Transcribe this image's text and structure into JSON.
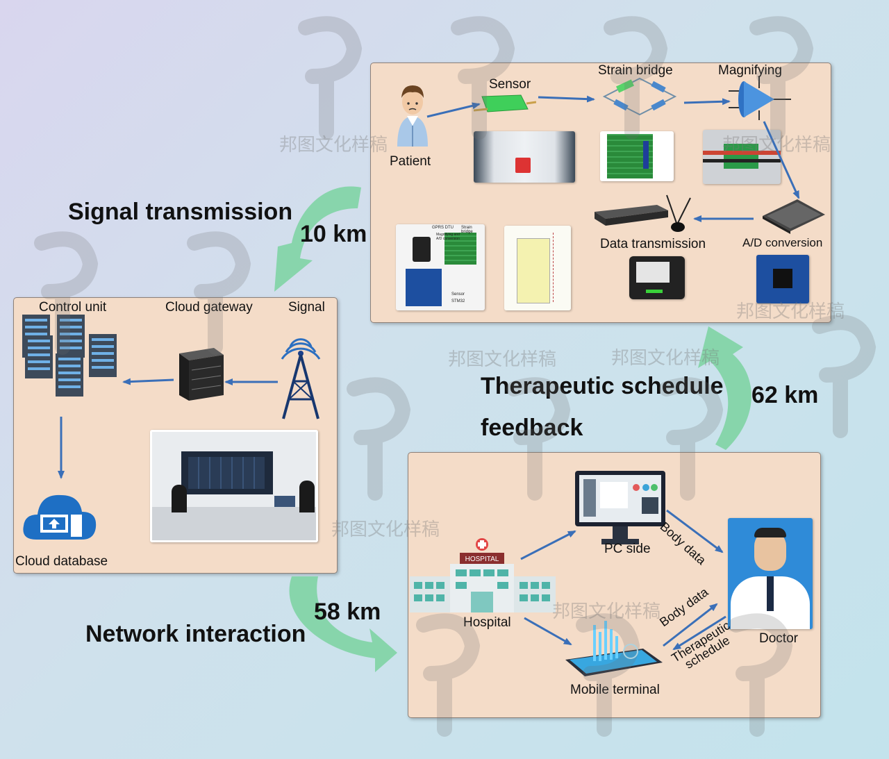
{
  "top_panel": {
    "patient": "Patient",
    "sensor": "Sensor",
    "strain_bridge": "Strain bridge",
    "magnifying": "Magnifying",
    "data_transmission": "Data transmission",
    "ad_conversion": "A/D conversion",
    "board_labels": {
      "gprs": "GPRS DTU",
      "magnifying_ad": "Magnifying and A/D conversion",
      "strain_bridge": "Strain bridge",
      "sensor": "Sensor",
      "stm32": "STM32"
    }
  },
  "left_panel": {
    "control_unit": "Control unit",
    "cloud_gateway": "Cloud gateway",
    "signal": "Signal",
    "cloud_database": "Cloud database"
  },
  "bottom_panel": {
    "pc_side": "PC side",
    "hospital": "Hospital",
    "hospital_sign": "HOSPITAL",
    "doctor": "Doctor",
    "mobile_terminal": "Mobile terminal",
    "body_data_1": "Body data",
    "body_data_2": "Body data",
    "therapeutic_schedule": "Therapeutic schedule"
  },
  "links": {
    "signal_transmission": "Signal transmission",
    "distance_1": "10 km",
    "network_interaction": "Network interaction",
    "distance_2": "58 km",
    "therapeutic_feedback_1": "Therapeutic schedule",
    "therapeutic_feedback_2": "feedback",
    "distance_3": "62 km"
  },
  "watermark": "邦图文化样稿",
  "colors": {
    "panel": "#f4dcc8",
    "arrow_blue": "#3a6fb8",
    "arrow_green": "#7fd4a4"
  }
}
